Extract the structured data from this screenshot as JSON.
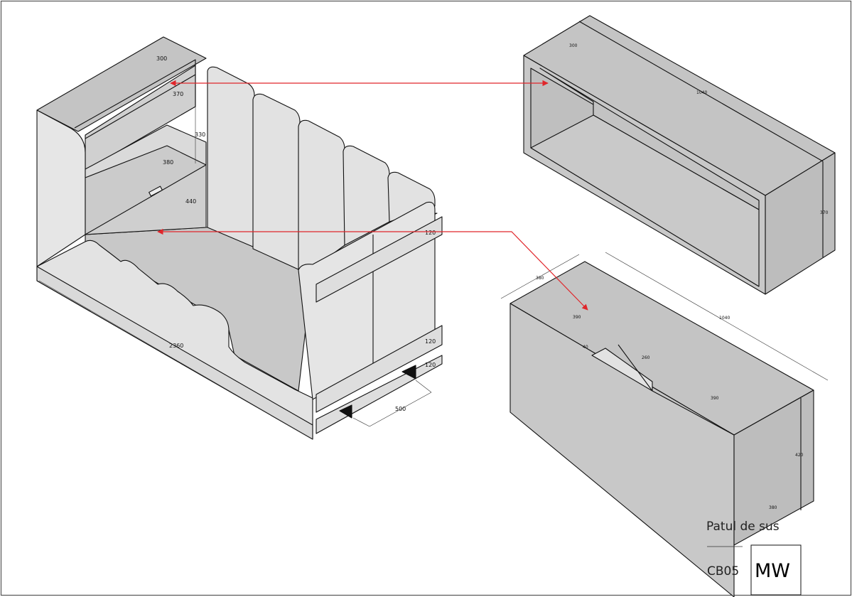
{
  "title_block": {
    "title": "Patul de sus",
    "code": "CB05",
    "logo": "MW"
  },
  "dimensions": {
    "main_bed": {
      "shelf_depth": "300",
      "shelf_height": "370",
      "gap_height": "330",
      "box_depth": "380",
      "box_height": "440",
      "length": "2360",
      "rail_top": "120",
      "rail_mid": "120",
      "rail_bottom": "120",
      "leg_spacing": "500"
    },
    "shelf_unit": {
      "depth": "300",
      "length": "1040",
      "height": "370"
    },
    "storage_box": {
      "width": "380",
      "top_depth": "390",
      "handle_width": "40",
      "handle_length": "260",
      "lid_length": "390",
      "length": "1040",
      "height": "420",
      "bottom_depth": "380"
    }
  },
  "colors": {
    "arrow": "#e0262b",
    "outline": "#111111",
    "panel_light": "#e2e2e2",
    "panel_mid": "#c8c8c8",
    "panel_dark": "#bdbdbd"
  }
}
